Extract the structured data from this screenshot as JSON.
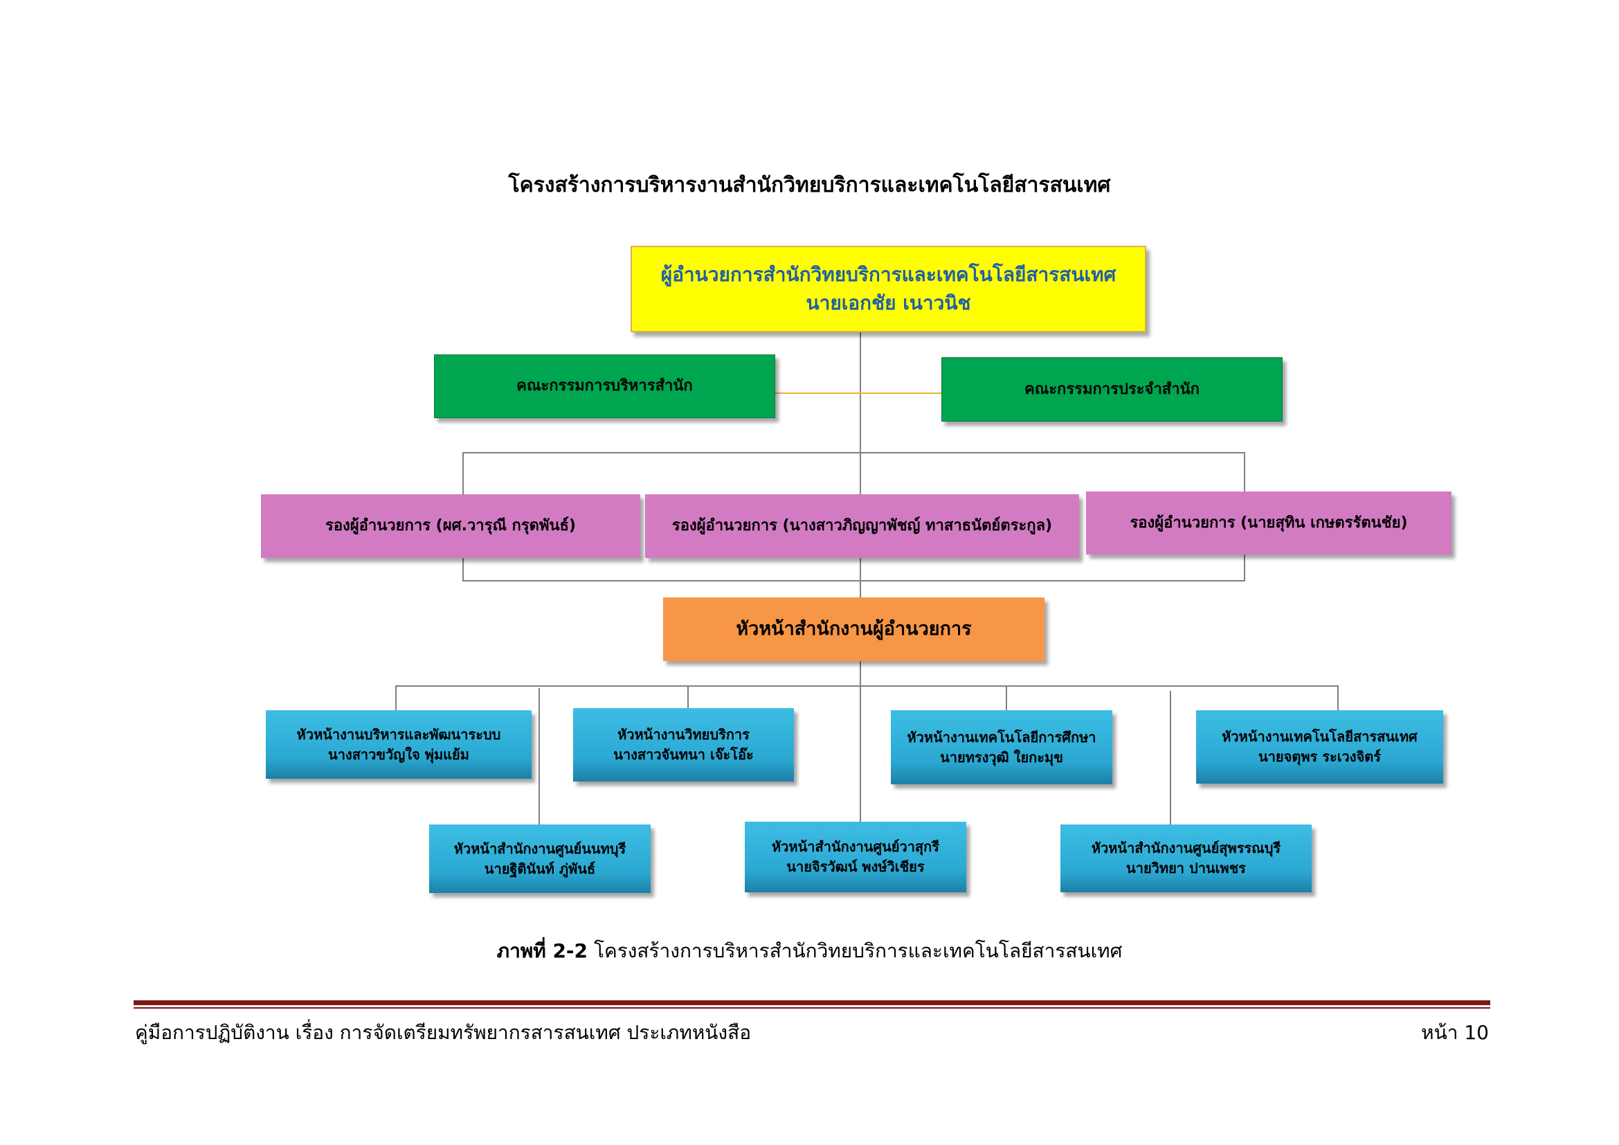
{
  "title": "โครงสร้างการบริหารงานสำนักวิทยบริการและเทคโนโลยีสารสนเทศ",
  "director": {
    "role": "ผู้อำนวยการสำนักวิทยบริการและเทคโนโลยีสารสนเทศ",
    "name": "นายเอกชัย เนาวนิช"
  },
  "committees": {
    "left": "คณะกรรมการบริหารสำนัก",
    "right": "คณะกรรมการประจำสำนัก"
  },
  "deputies": [
    "รองผู้อำนวยการ (ผศ.วารุณี  กรุดพันธ์)",
    "รองผู้อำนวยการ (นางสาวภิญญาพัชญ์ ทาสาธนัตย์ตระกูล)",
    "รองผู้อำนวยการ (นายสุทิน  เกษตรรัตนชัย)"
  ],
  "office_head": "หัวหน้าสำนักงานผู้อำนวยการ",
  "units_top": [
    {
      "role": "หัวหน้างานบริหารและพัฒนาระบบ",
      "name": "นางสาวขวัญใจ  พุ่มแย้ม"
    },
    {
      "role": "หัวหน้างานวิทยบริการ",
      "name": "นางสาวจันทนา เจ๊ะโอ๊ะ"
    },
    {
      "role": "หัวหน้างานเทคโนโลยีการศึกษา",
      "name": "นายทรงวุฒิ ใยกะมุข"
    },
    {
      "role": "หัวหน้างานเทคโนโลยีสารสนเทศ",
      "name": "นายจตุพร ระเวงจิตร์"
    }
  ],
  "units_bottom": [
    {
      "role": "หัวหน้าสำนักงานศูนย์นนทบุรี",
      "name": "นายฐิตินันท์ ภู่พันธ์"
    },
    {
      "role": "หัวหน้าสำนักงานศูนย์วาสุกรี",
      "name": "นายจิรวัฒน์ พงษ์วิเชียร"
    },
    {
      "role": "หัวหน้าสำนักงานศูนย์สุพรรณบุรี",
      "name": "นายวิทยา ปานเพชร"
    }
  ],
  "caption": {
    "label": "ภาพที่ 2-2",
    "text": " โครงสร้างการบริหารสำนักวิทยบริการและเทคโนโลยีสารสนเทศ"
  },
  "footer": {
    "left": "คู่มือการปฏิบัติงาน เรื่อง การจัดเตรียมทรัพยากรสารสนเทศ ประเภทหนังสือ",
    "right": "หน้า 10"
  },
  "colors": {
    "director": "#ffff00",
    "committee": "#00a54f",
    "deputy": "#d27bc3",
    "office_head": "#f79646",
    "unit": "#2aa8d2",
    "footer_rule": "#7b1a12"
  }
}
